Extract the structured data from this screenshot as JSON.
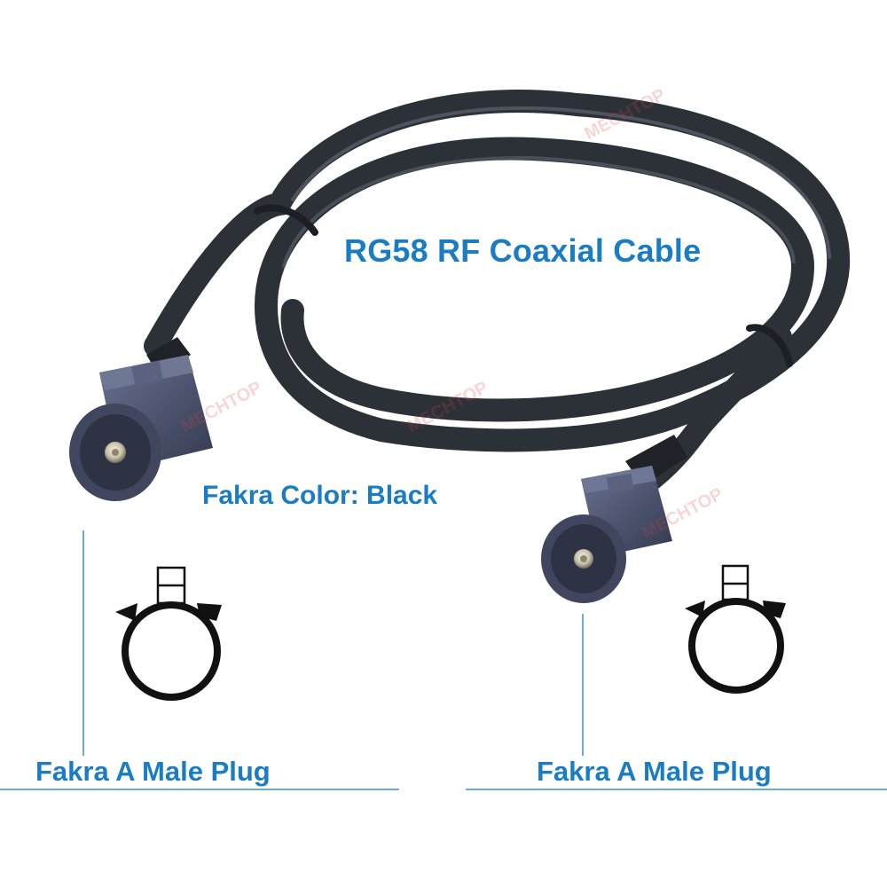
{
  "captions": {
    "title": "RG58 RF Coaxial Cable",
    "color": "Fakra Color: Black",
    "plug_left": "Fakra A Male Plug",
    "plug_right": "Fakra A Male Plug"
  },
  "watermark": "MECHTOP",
  "colors": {
    "text_blue": "#1a7dc4",
    "cable": "#2c3138",
    "connector": "#4d5570",
    "line": "#3a8fd0",
    "symbol": "#111111"
  },
  "icons": {
    "connector_left": "fakra-connector-icon",
    "connector_right": "fakra-connector-icon",
    "keying_left": "fakra-a-keying-symbol-icon",
    "keying_right": "fakra-a-keying-symbol-icon"
  }
}
